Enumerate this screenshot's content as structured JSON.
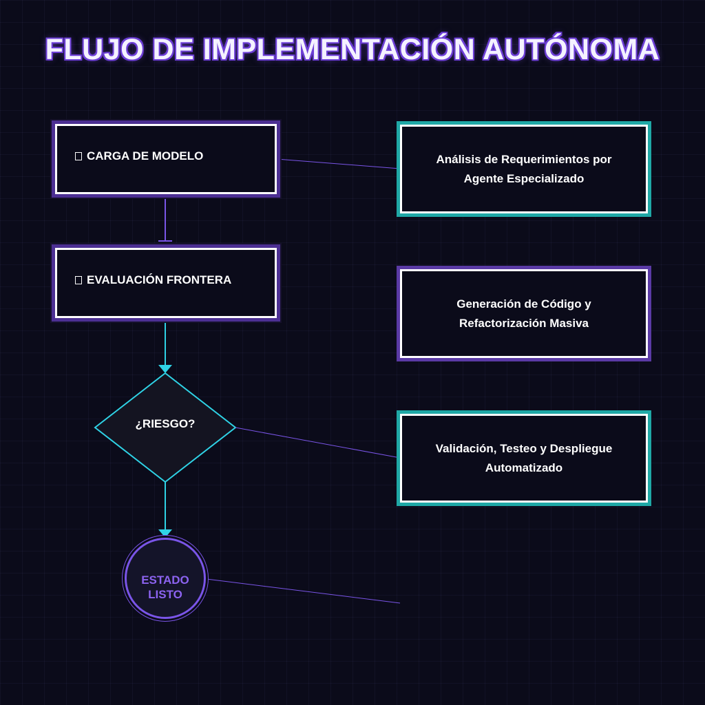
{
  "title": "FLUJO DE IMPLEMENTACIÓN AUTÓNOMA",
  "steps": [
    {
      "label": "CARGA DE MODELO",
      "icon": "box-icon"
    },
    {
      "label": "EVALUACIÓN FRONTERA",
      "icon": "box-icon"
    }
  ],
  "decision": {
    "label": "¿RIESGO?"
  },
  "end": {
    "line1": "ESTADO",
    "line2": "LISTO"
  },
  "descriptions": [
    {
      "text": "Análisis de Requerimientos por Agente Especializado",
      "accent": "#1fa8a6"
    },
    {
      "text": "Generación de Código y Refactorización Masiva",
      "accent": "#5a3aa5"
    },
    {
      "text": "Validación, Testeo y Despliegue Automatizado",
      "accent": "#1fa8a6"
    }
  ],
  "colors": {
    "background": "#0b0b1a",
    "flow_purple": "#7a55e8",
    "flow_cyan": "#2fd3e6",
    "teal_border": "#1fa8a6",
    "purple_border": "#4c2f93"
  }
}
